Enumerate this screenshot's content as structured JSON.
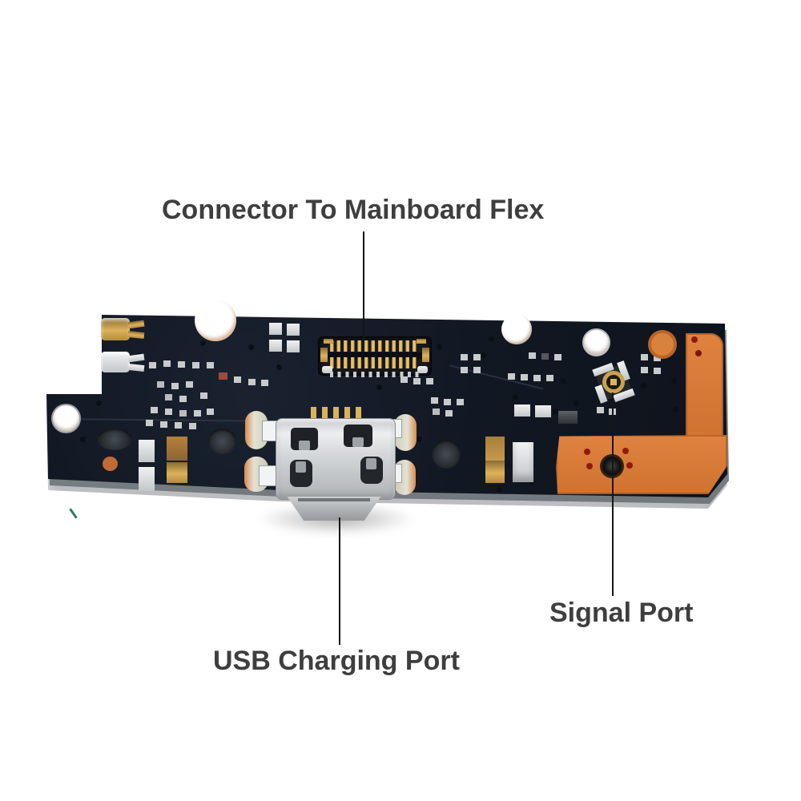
{
  "annotations": {
    "mainboard_connector": {
      "label": "Connector To Mainboard Flex"
    },
    "usb_port": {
      "label": "USB Charging Port"
    },
    "signal_port": {
      "label": "Signal Port"
    }
  },
  "colors": {
    "background": "#ffffff",
    "pcb_board": "#121823",
    "flex_copper_orange": "#de7f3b",
    "label_text": "#3e3e3e",
    "callout_line": "#161616",
    "connector_gold": "#d2a654",
    "component_silver": "#cdd0d3",
    "usb_shell_silver": "#d4d7da"
  }
}
